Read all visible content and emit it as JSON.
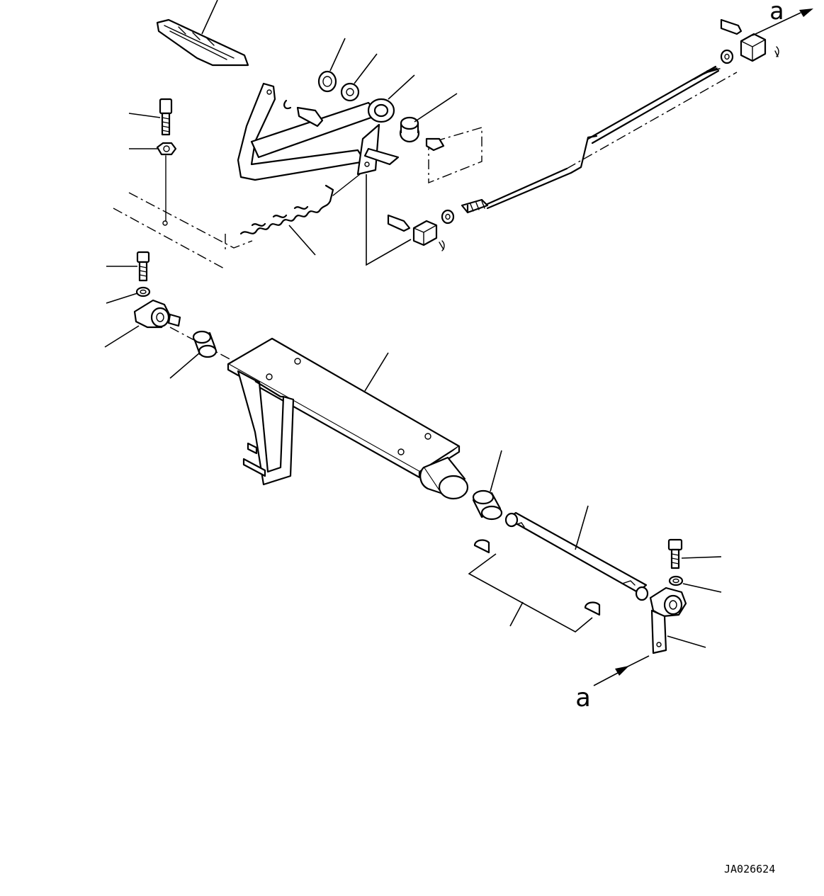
{
  "view_label_top": "a",
  "view_label_bottom": "a",
  "drawing_code": "JA026624"
}
